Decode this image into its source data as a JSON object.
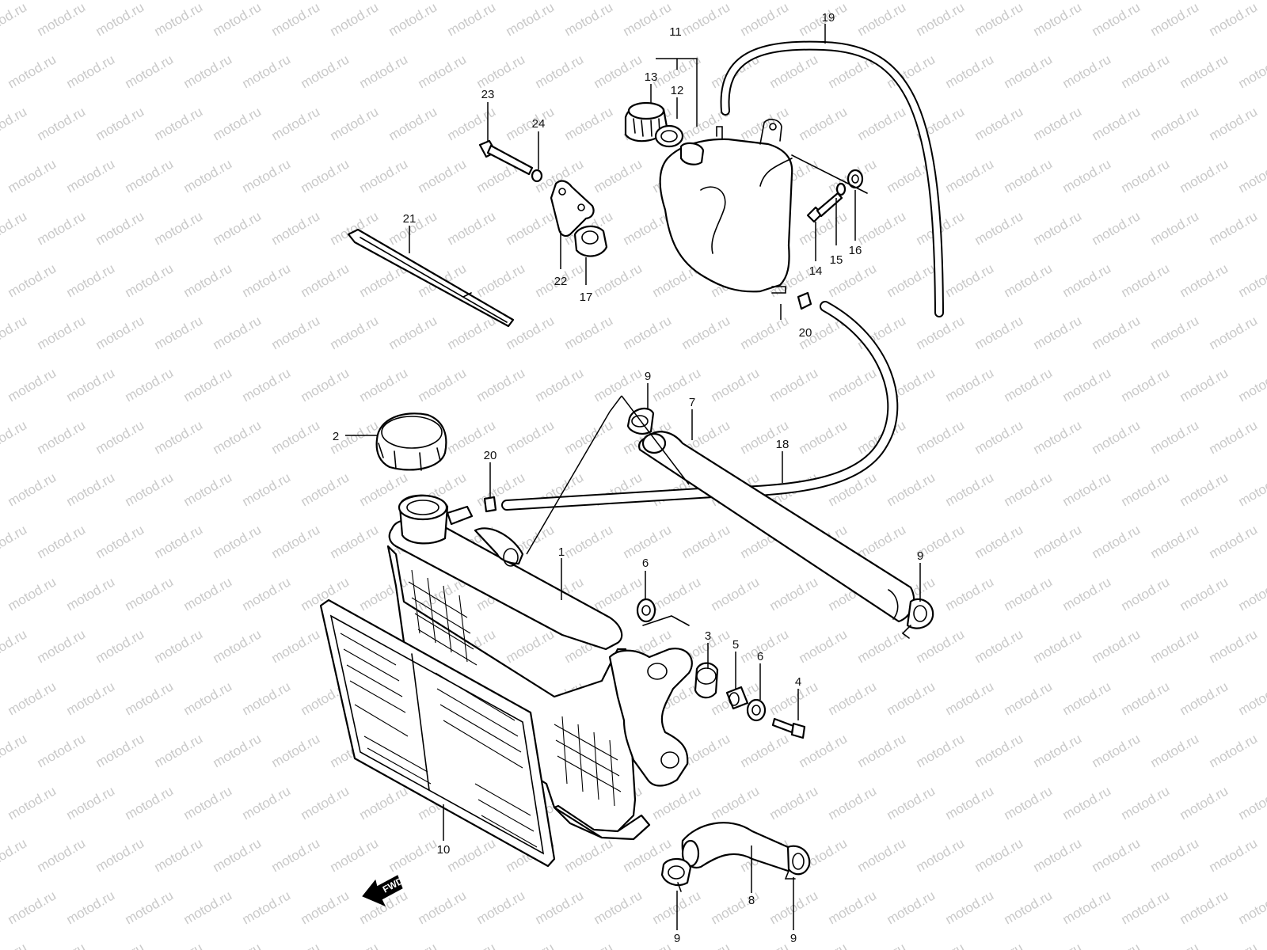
{
  "watermark": "motod.ru",
  "fwd_label": "FWD",
  "callouts": {
    "c1": "1",
    "c2": "2",
    "c3": "3",
    "c4": "4",
    "c5": "5",
    "c6a": "6",
    "c6b": "6",
    "c7": "7",
    "c8": "8",
    "c9a": "9",
    "c9b": "9",
    "c9c": "9",
    "c9d": "9",
    "c10": "10",
    "c11": "11",
    "c12": "12",
    "c13": "13",
    "c14": "14",
    "c15": "15",
    "c16": "16",
    "c17": "17",
    "c18": "18",
    "c19": "19",
    "c20a": "20",
    "c20b": "20",
    "c21": "21",
    "c22": "22",
    "c23": "23",
    "c24": "24"
  }
}
